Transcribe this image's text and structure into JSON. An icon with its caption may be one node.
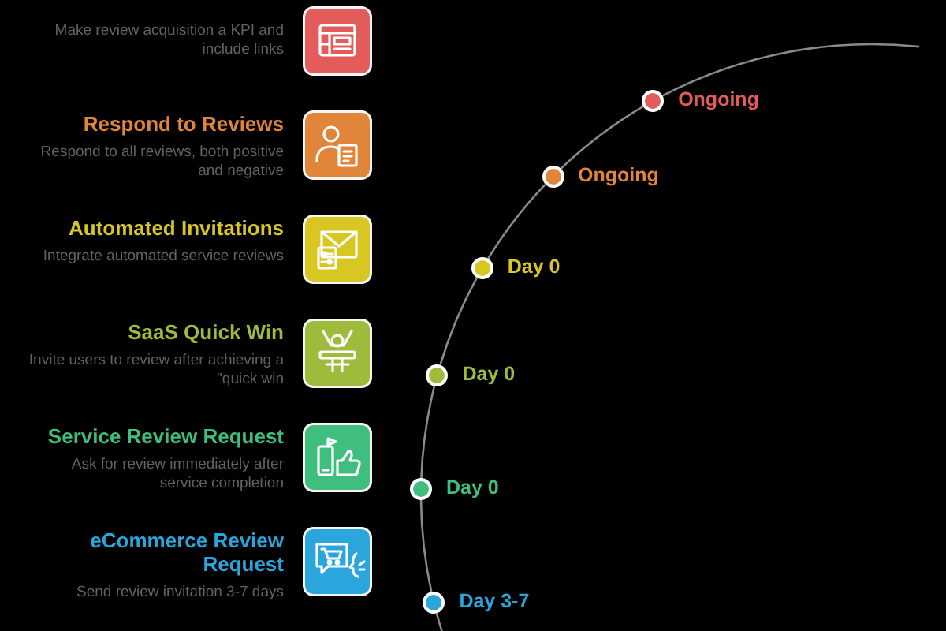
{
  "diagram": {
    "nodes": [
      {
        "text": [
          "Make review acquisition a KPI and include links"
        ]
      },
      {
        "text": [],
        "shape": "circle",
        "beside": [
          "Ongoing"
        ]
      },
      {
        "text": [
          "Respond to Reviews",
          "Respond to all reviews, both positive and negative"
        ]
      },
      {
        "text": [],
        "shape": "circle",
        "beside": [
          "Ongoing"
        ]
      },
      {
        "text": [
          "Automated Invitations",
          "Integrate automated service reviews"
        ]
      },
      {
        "text": [],
        "shape": "circle",
        "beside": [
          "Day 0"
        ]
      },
      {
        "text": [
          "SaaS Quick Win",
          "Invite users to review after achieving a \"quick win"
        ]
      },
      {
        "text": [],
        "shape": "circle",
        "beside": [
          "Day 0"
        ]
      },
      {
        "text": [
          "Service Review Request",
          "Ask for review immediately after service completion"
        ]
      },
      {
        "text": [],
        "shape": "circle",
        "beside": [
          "Day 0"
        ]
      },
      {
        "text": [
          "eCommerce Review Request",
          "Send review invitation 3-7 days"
        ]
      },
      {
        "text": [],
        "shape": "circle",
        "beside": [
          "Day 3-7"
        ]
      }
    ],
    "edges": [
      {
        "from": null,
        "to": 1,
        "arrow": "none"
      },
      {
        "from": 1,
        "to": 3,
        "arrow": "none"
      },
      {
        "from": 3,
        "to": 5,
        "arrow": "none"
      },
      {
        "from": 5,
        "to": 7,
        "arrow": "none"
      },
      {
        "from": 7,
        "to": 9,
        "arrow": "none"
      },
      {
        "from": 9,
        "to": 11,
        "arrow": "none"
      },
      {
        "from": 11,
        "to": null,
        "arrow": "none"
      }
    ]
  }
}
